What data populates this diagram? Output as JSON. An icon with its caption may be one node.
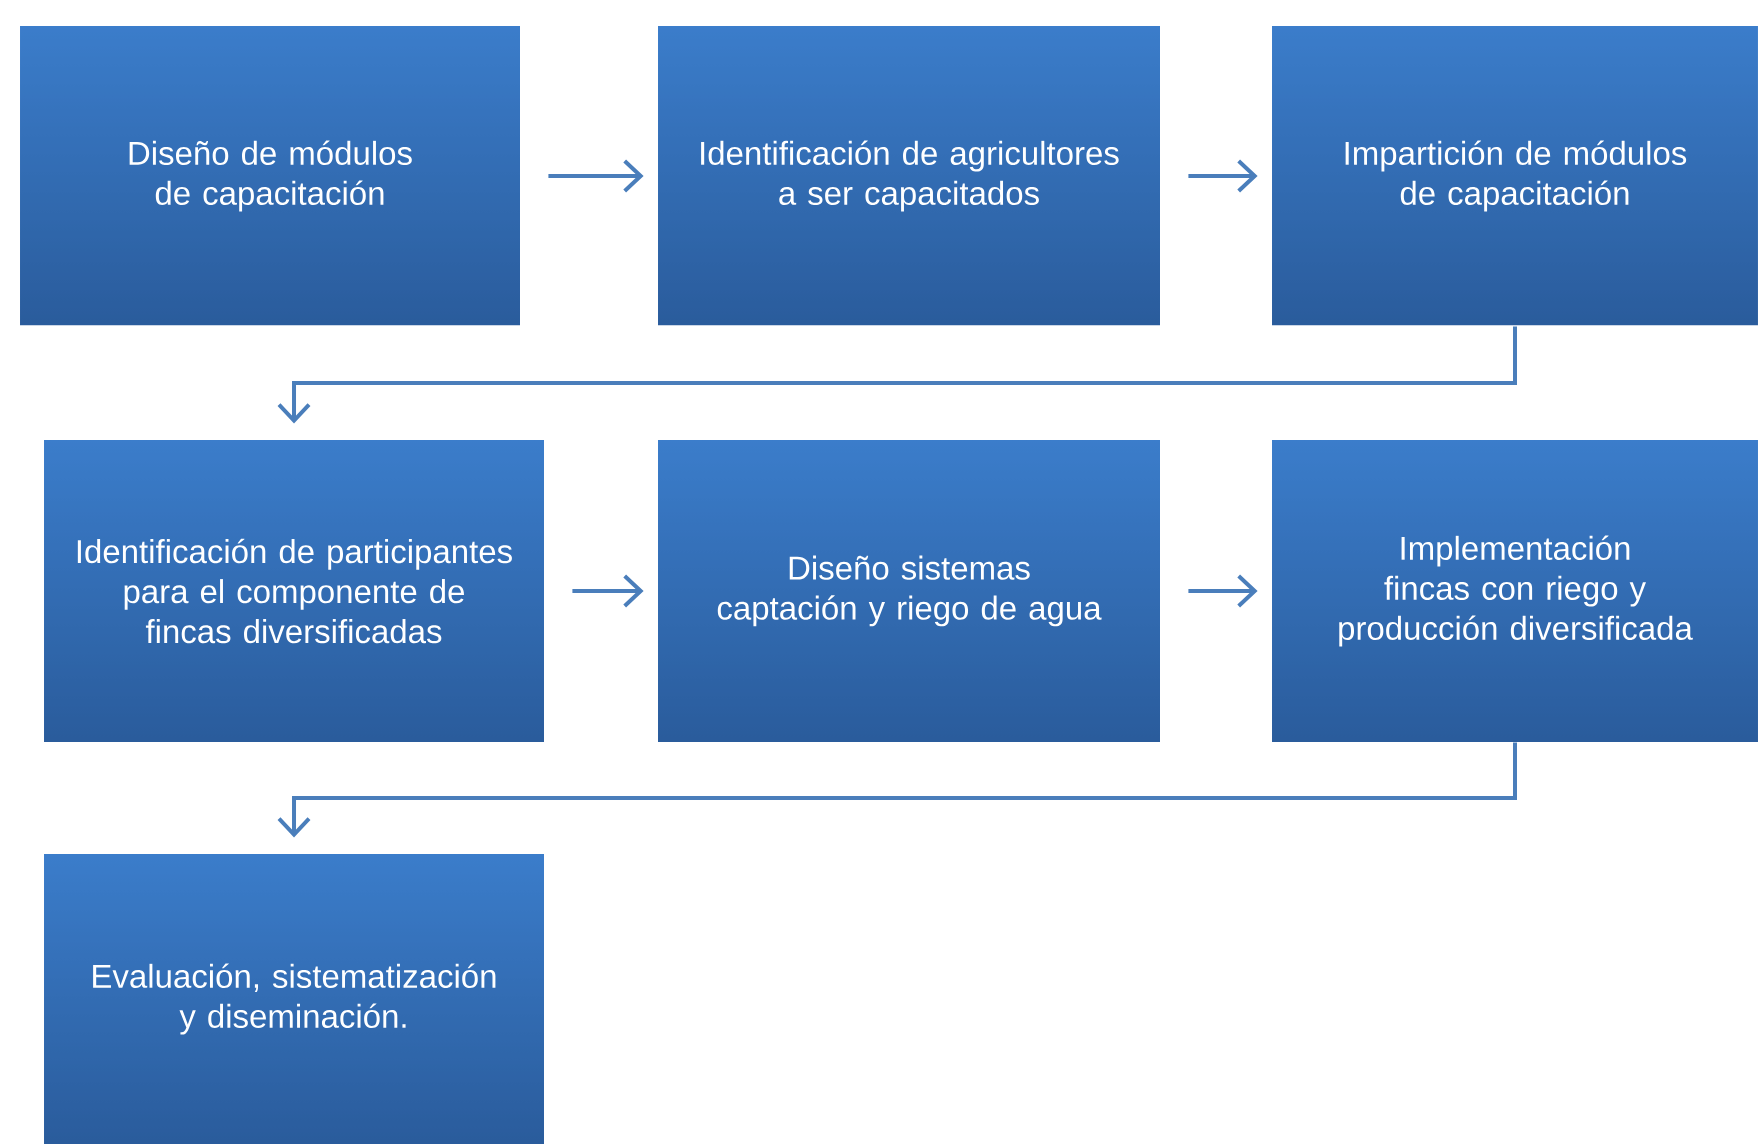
{
  "diagram": {
    "nodes": [
      {
        "text": [
          "Diseño de módulos de capacitación"
        ]
      },
      {
        "text": [
          "Identificación de agricultores a ser capacitados"
        ]
      },
      {
        "text": [
          "Impartición de módulos de capacitación"
        ]
      },
      {
        "text": [
          "Identificación de participantes para el componente de fincas diversificadas"
        ]
      },
      {
        "text": [
          "Diseño sistemas captación y riego de agua"
        ]
      },
      {
        "text": [
          "Implementación fincas con riego y producción diversificada"
        ]
      },
      {
        "text": [
          "Evaluación, sistematización y diseminación."
        ]
      }
    ],
    "edges": [
      {
        "from": 0,
        "to": 1,
        "arrow": "to"
      },
      {
        "from": 1,
        "to": 2,
        "arrow": "to"
      },
      {
        "from": 2,
        "to": 3,
        "arrow": "to"
      },
      {
        "from": 3,
        "to": 4,
        "arrow": "to"
      },
      {
        "from": 4,
        "to": 5,
        "arrow": "to"
      },
      {
        "from": 5,
        "to": 6,
        "arrow": "to"
      }
    ]
  }
}
